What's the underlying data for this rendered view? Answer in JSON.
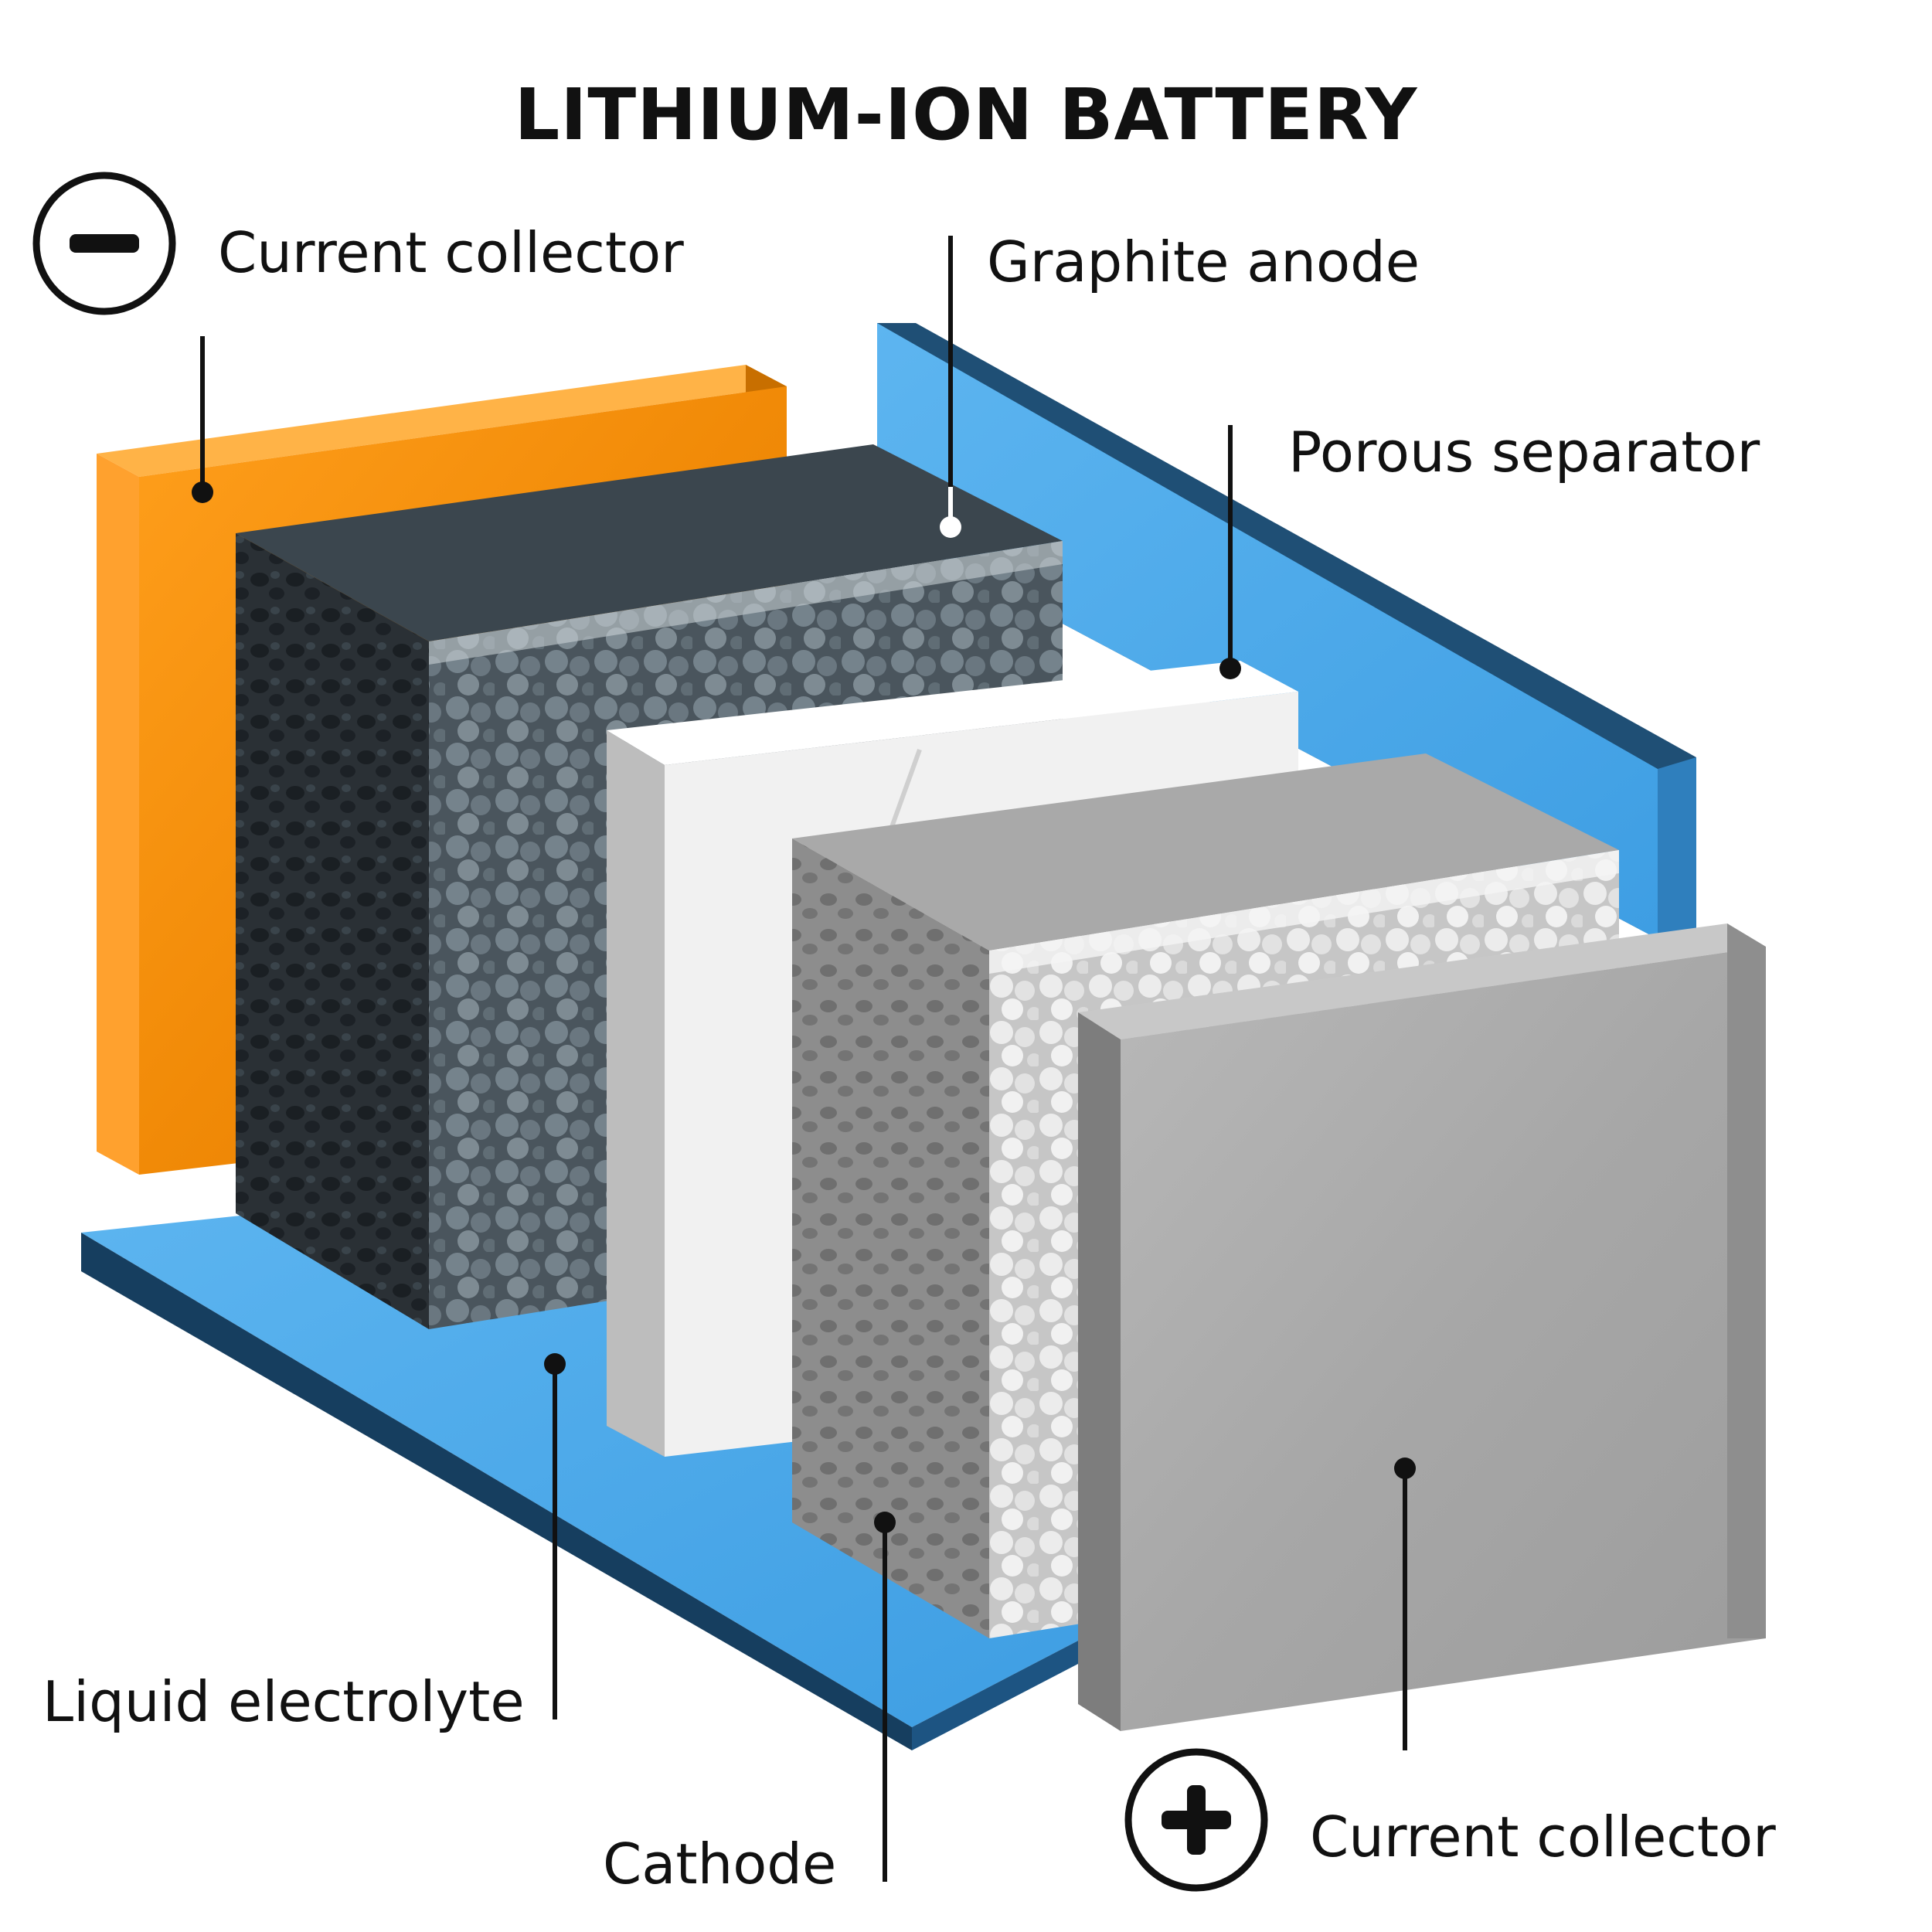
{
  "title": "LITHIUM-ION BATTERY",
  "labels": {
    "negative_current_collector": "Current collector",
    "graphite_anode": "Graphite anode",
    "porous_separator": "Porous separator",
    "liquid_electrolyte": "Liquid electrolyte",
    "cathode": "Cathode",
    "positive_current_collector": "Current collector"
  },
  "terminals": {
    "negative_symbol": "−",
    "positive_symbol": "+"
  },
  "colors": {
    "copper_collector": "#f18c0a",
    "electrolyte": "#4aa6e8",
    "anode": "#2b3035",
    "separator": "#efefef",
    "cathode": "#9a9a9a",
    "aluminum_collector": "#a9a9a9"
  }
}
